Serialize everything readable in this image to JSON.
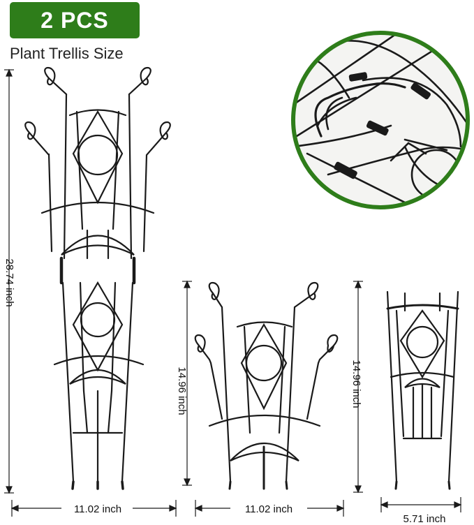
{
  "badge": {
    "text": "2 PCS",
    "color": "#2e7d1a"
  },
  "subtitle": "Plant Trellis Size",
  "dimensions": {
    "large_height": "28.74 inch",
    "large_width": "11.02 inch",
    "medium_height": "14.96 inch",
    "medium_width": "11.02 inch",
    "small_height": "14.96 inch",
    "small_width": "5.71 inch"
  },
  "detail_circle": {
    "border_color": "#2e7d1a",
    "icon": "wire-joint-closeup"
  }
}
